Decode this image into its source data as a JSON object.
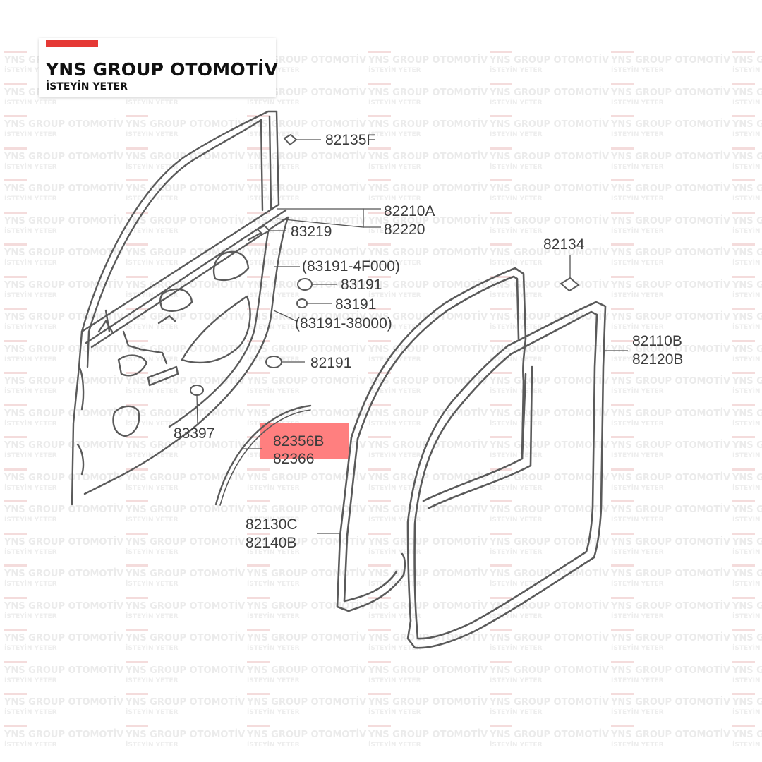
{
  "brand": {
    "name": "YNS GROUP OTOMOTİV",
    "tagline": "İSTEYİN YETER",
    "accent_color": "#e53935"
  },
  "watermark": {
    "main": "YNS GROUP OTOMOTİV",
    "sub": "İSTEYİN YETER"
  },
  "highlight": {
    "part_number": "82356B",
    "color": "#ff7f7f"
  },
  "callouts": {
    "c82135f": "82135F",
    "c82210a": "82210A",
    "c82220": "82220",
    "c83219": "83219",
    "c83191_4f000": "(83191-4F000)",
    "c83191_a": "83191",
    "c83191_b": "83191",
    "c83191_38000": "(83191-38000)",
    "c82191": "82191",
    "c83397": "83397",
    "c82356b": "82356B",
    "c82366": "82366",
    "c82134": "82134",
    "c82110b": "82110B",
    "c82120b": "82120B",
    "c82130c": "82130C",
    "c82140b": "82140B"
  }
}
